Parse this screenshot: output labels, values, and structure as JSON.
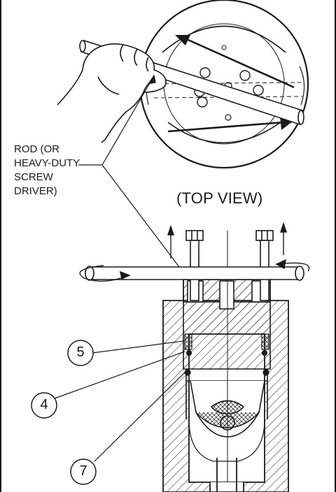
{
  "labels": {
    "rod_line1": "ROD (OR",
    "rod_line2": "HEAVY-DUTY",
    "rod_line3": "SCREW",
    "rod_line4": "DRIVER)",
    "view_title": "(TOP VIEW)"
  },
  "callouts": [
    "5",
    "4",
    "7"
  ],
  "colors": {
    "ink": "#1a1a1a",
    "paper": "#ffffff"
  }
}
